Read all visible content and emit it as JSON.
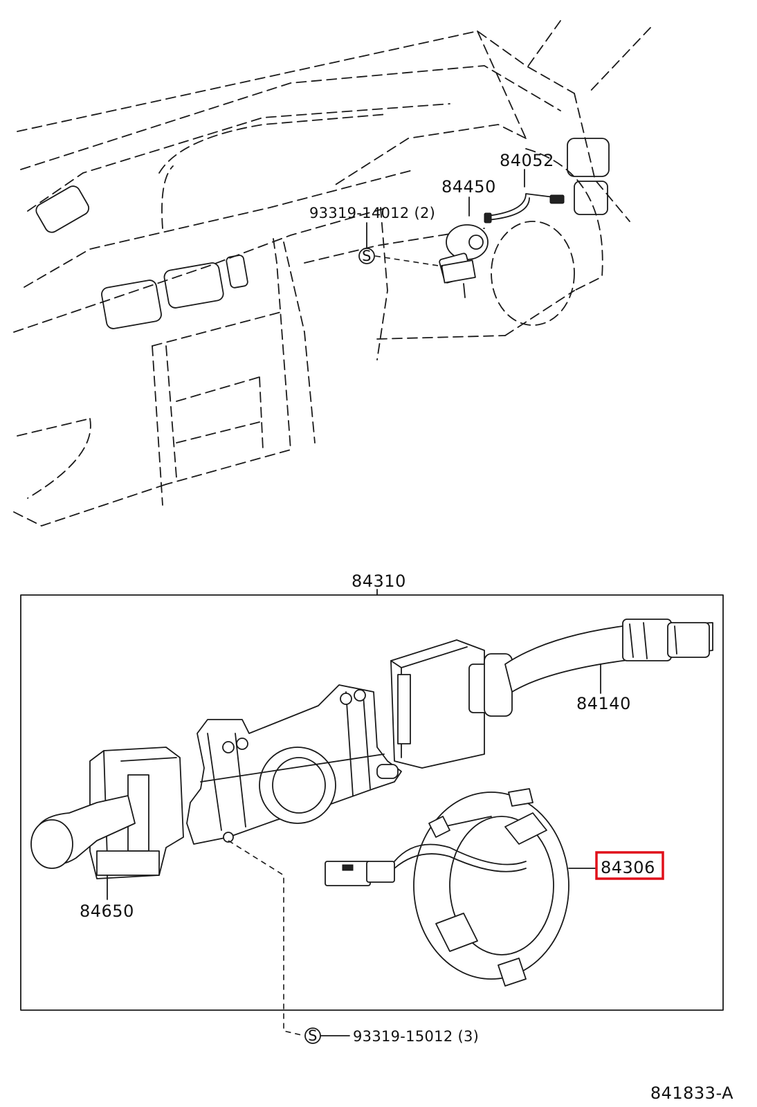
{
  "diagram": {
    "labels": {
      "p84052": "84052",
      "p84450": "84450",
      "p93319_14012": "93319-14012 (2)",
      "p84310": "84310",
      "p84140": "84140",
      "p84306": "84306",
      "p84650": "84650",
      "p93319_15012": "93319-15012 (3)",
      "screw_symbol_top": "S",
      "screw_symbol_bottom": "S",
      "figure_id": "841833-A"
    },
    "highlight_color": "#e0101a"
  }
}
